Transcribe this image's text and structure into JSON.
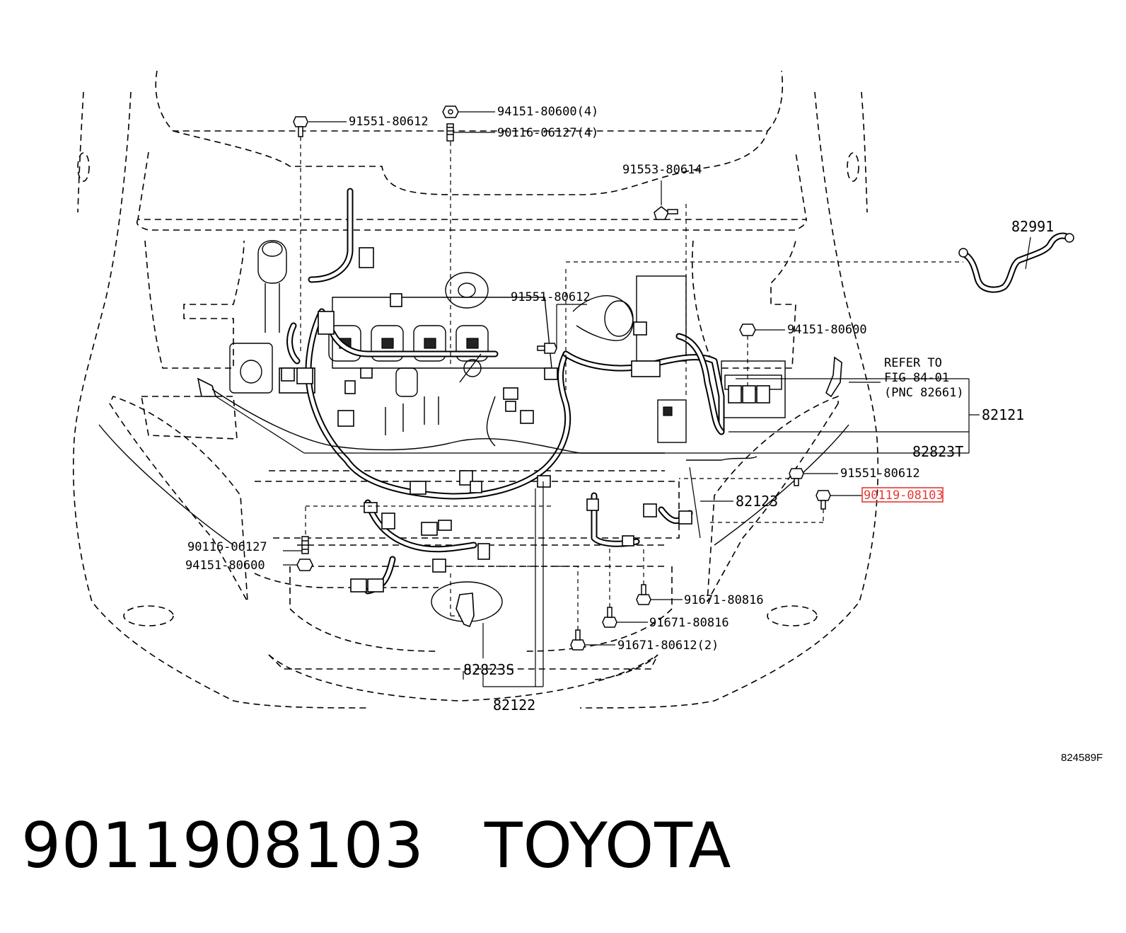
{
  "figure_id": "824589F",
  "callouts": {
    "c_91551_80612_top": "91551-80612",
    "c_94151_80600_4": "94151-80600(4)",
    "c_90116_06127_4": "90116-06127(4)",
    "c_91553_80614": "91553-80614",
    "c_82991": "82991",
    "c_91551_80612_mid": "91551-80612",
    "c_94151_80600_right": "94151-80600",
    "c_82121": "82121",
    "c_82823T": "82823T",
    "c_91551_80612_right": "91551-80612",
    "c_90119_08103": "90119-08103",
    "c_82123": "82123",
    "c_90116_06127_left": "90116-06127",
    "c_94151_80600_left": "94151-80600",
    "c_91671_80816_a": "91671-80816",
    "c_91671_80816_b": "91671-80816",
    "c_91671_80612_2": "91671-80612(2)",
    "c_82823S": "82823S",
    "c_82122": "82122"
  },
  "refer_note": {
    "line1": "REFER TO",
    "line2": "FIG 84-01",
    "line3": "(PNC 82661)"
  },
  "highlight_color": "#e53935",
  "footer": {
    "part_number": "9011908103",
    "brand": "TOYOTA"
  }
}
